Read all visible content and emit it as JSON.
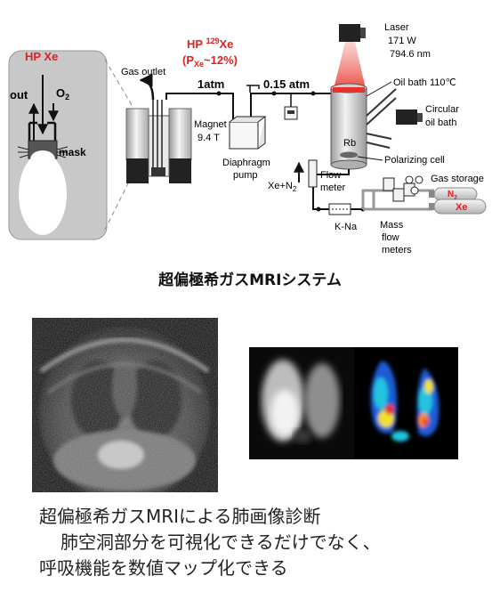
{
  "diagram": {
    "mouse_panel": {
      "title": "HP Xe",
      "out": "out",
      "o2": "O",
      "o2_sub": "2",
      "mask": "mask"
    },
    "gas_outlet": "Gas outlet",
    "magnet": {
      "label": "Magnet",
      "field": "9.4 T"
    },
    "hp_xe": {
      "title": "HP ",
      "isotope": "129",
      "element": "Xe",
      "partial_open": "(P",
      "partial_sub": "Xe",
      "partial_value": "~12%)"
    },
    "pressure_1": "1atm",
    "pressure_2": "0.15 atm",
    "laser": {
      "label": "Laser",
      "power": "171 W",
      "wavelength": "794.6 nm"
    },
    "oil_bath": "Oil bath  110℃",
    "circular_oil_bath": {
      "line1": "Circular",
      "line2": "oil bath"
    },
    "rb": "Rb",
    "polarizing_cell": "Polarizing cell",
    "diaphragm_pump": {
      "line1": "Diaphragm",
      "line2": "pump"
    },
    "xe_n2": "Xe+N",
    "xe_n2_sub": "2",
    "flow_meter": {
      "line1": "Flow",
      "line2": "meter"
    },
    "gas_storage": "Gas storage",
    "n2": "N",
    "n2_sub": "2",
    "xe": "Xe",
    "k_na": "K-Na",
    "mass_flow_meters": {
      "line1": "Mass",
      "line2": "flow",
      "line3": "meters"
    },
    "colors": {
      "red_label": "#e02020",
      "laser_red": "#e8322a",
      "panel_gray": "#c8c8c8"
    }
  },
  "caption": "超偏極希ガスMRIシステム",
  "description": {
    "line1": "超偏極希ガスMRIによる肺画像診断",
    "line2": "肺空洞部分を可視化できるだけでなく、",
    "line3": "呼吸機能を数値マップ化できる"
  }
}
